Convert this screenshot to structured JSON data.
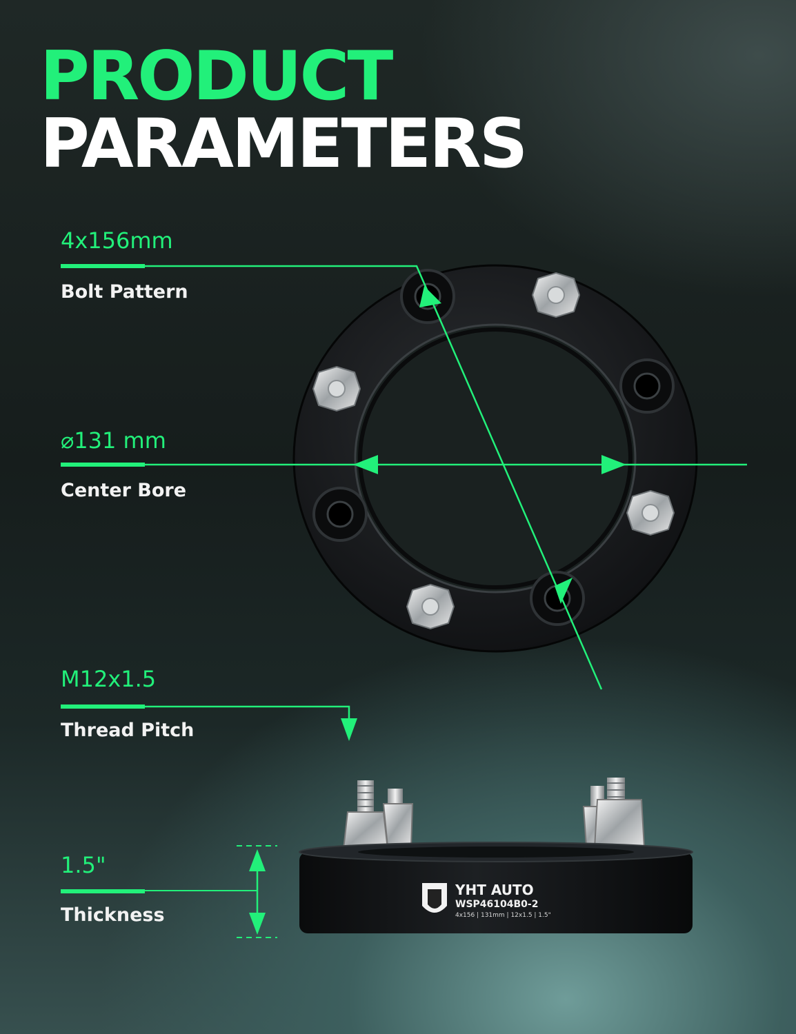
{
  "title": {
    "line1": "PRODUCT",
    "line2": "PARAMETERS"
  },
  "params": [
    {
      "value": "4x156mm",
      "label": "Bolt Pattern"
    },
    {
      "value": "⌀131 mm",
      "label": "Center Bore"
    },
    {
      "value": "M12x1.5",
      "label": "Thread Pitch"
    },
    {
      "value": "1.5\"",
      "label": "Thickness"
    }
  ],
  "product": {
    "brand": "YHT AUTO",
    "model": "WSP46104B0-2",
    "specs": "4x156 | 131mm | 12x1.5 | 1.5\""
  },
  "colors": {
    "accent": "#22f07a",
    "spacer": "#111315",
    "background": "#1c2524"
  }
}
